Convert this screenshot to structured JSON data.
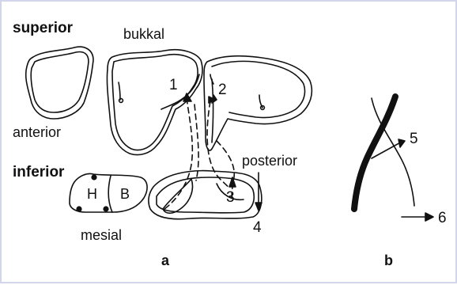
{
  "labels": {
    "superior": "superior",
    "bukkal": "bukkal",
    "anterior": "anterior",
    "inferior": "inferior",
    "posterior": "posterior",
    "mesial": "mesial",
    "h": "H",
    "b": "B"
  },
  "numbers": {
    "n1": "1",
    "n2": "2",
    "n3": "3",
    "n4": "4",
    "n5": "5",
    "n6": "6"
  },
  "panels": {
    "a": "a",
    "b": "b"
  },
  "colors": {
    "ink": "#111111",
    "frame": "#d3d6ea"
  }
}
